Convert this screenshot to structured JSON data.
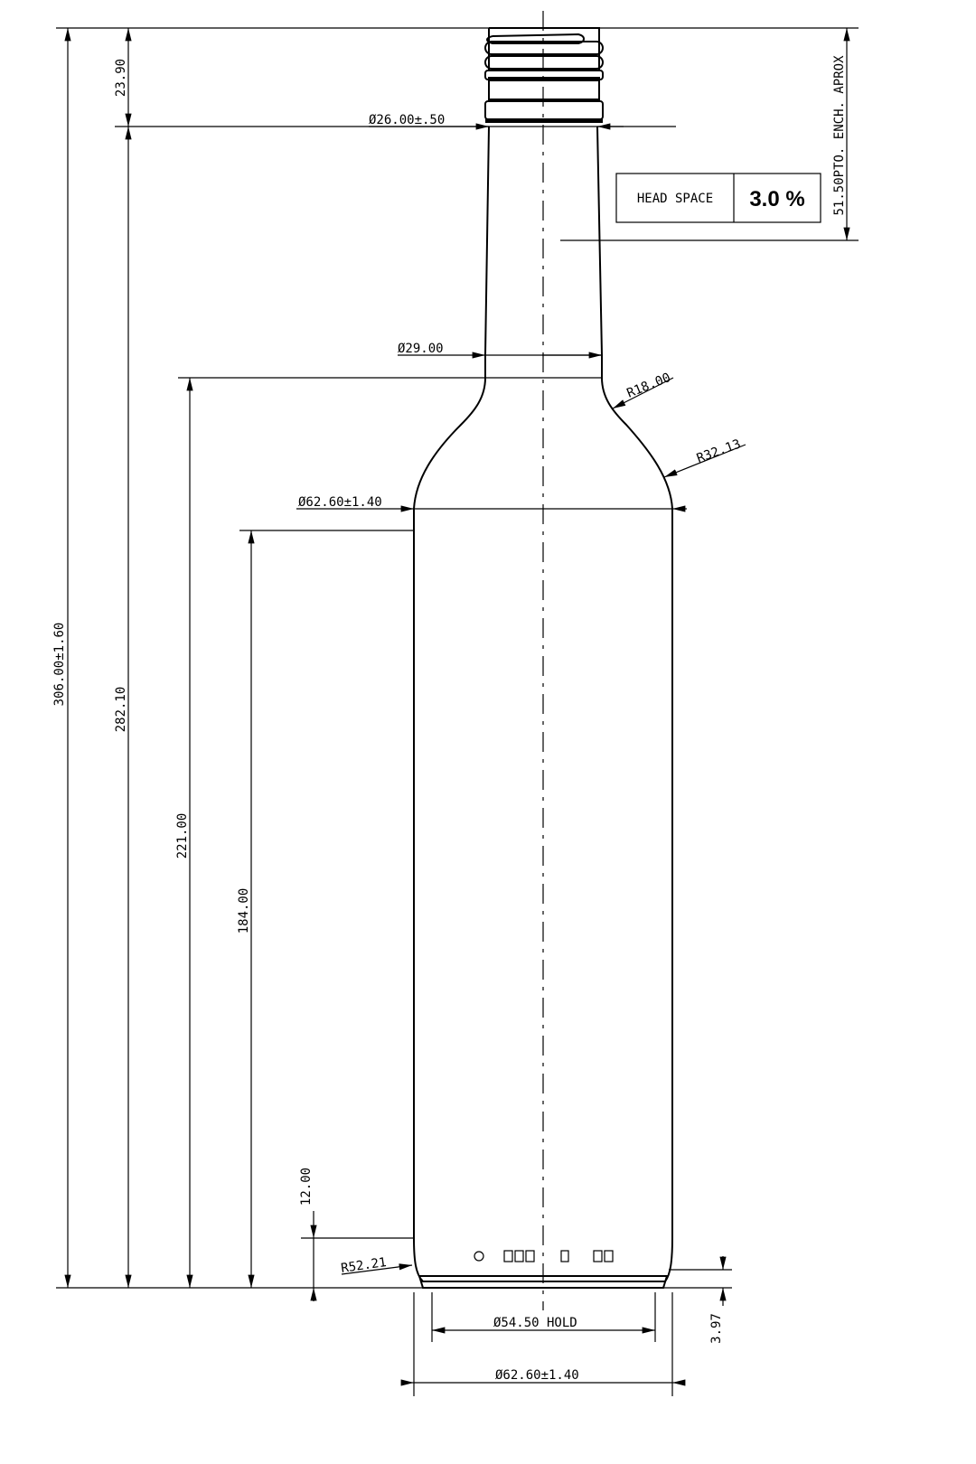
{
  "dimensions": {
    "total_height": "306.00±1.60",
    "finish_height": "23.90",
    "neck_to_base": "282.10",
    "shoulder_height": "221.00",
    "body_height": "184.00",
    "base_label_height": "12.00",
    "finish_diameter": "Ø26.00±.50",
    "neck_diameter": "Ø29.00",
    "neck_radius": "R18.00",
    "shoulder_radius": "R32.13",
    "body_diameter": "Ø62.60±1.40",
    "heel_radius": "R52.21",
    "base_diameter": "Ø54.50  HOLD",
    "bottom_diameter": "Ø62.60±1.40",
    "push_up": "3.97",
    "fill_point": "51.50PTO. ENCH. APROX"
  },
  "head_space": {
    "label": "HEAD SPACE",
    "value": "3.0 %"
  }
}
